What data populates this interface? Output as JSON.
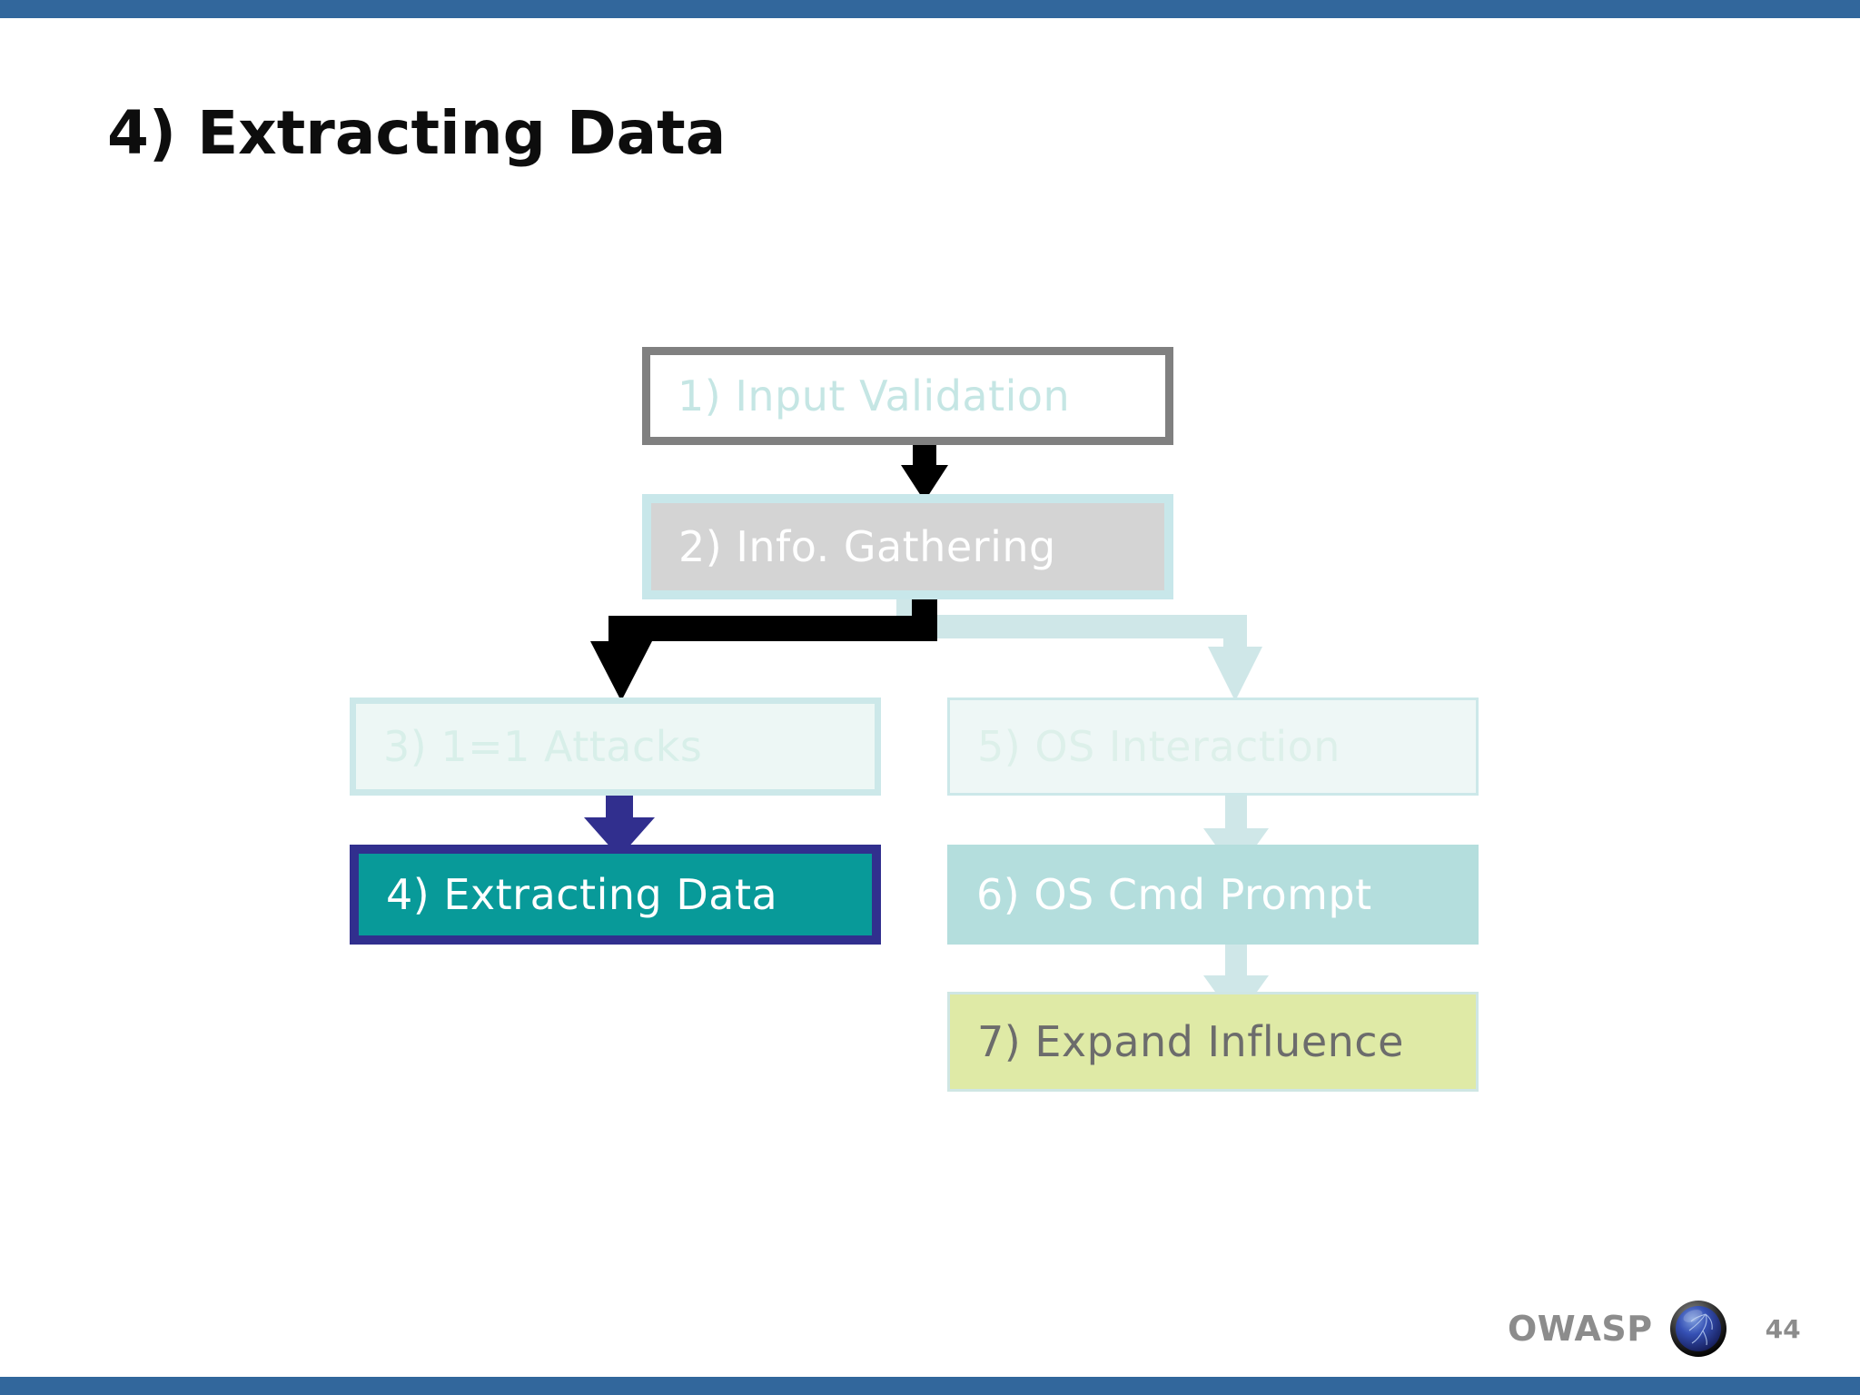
{
  "slide": {
    "title": "4) Extracting Data",
    "top_band_color": "#32679c",
    "bottom_band_color": "#32679c",
    "background": "#ffffff"
  },
  "diagram": {
    "type": "flowchart",
    "nodes": [
      {
        "id": "1",
        "label": "1) Input Validation",
        "fill": "#ffffff",
        "border": "#808080",
        "text_color": "#c5e6e4",
        "state": "dimmed"
      },
      {
        "id": "2",
        "label": "2) Info. Gathering",
        "fill": "#d4d4d4",
        "border": "#c8e7ea",
        "text_color": "#ffffff",
        "state": "dimmed"
      },
      {
        "id": "3",
        "label": "3) 1=1 Attacks",
        "fill": "#edf7f5",
        "border": "#cce8e9",
        "text_color": "#d8efe9",
        "state": "dimmed"
      },
      {
        "id": "4",
        "label": "4) Extracting Data",
        "fill": "#089a99",
        "border": "#312f8e",
        "text_color": "#ffffff",
        "state": "highlighted"
      },
      {
        "id": "5",
        "label": "5) OS Interaction",
        "fill": "#eef7f6",
        "border": "#cce8e9",
        "text_color": "#ddf0ea",
        "state": "dimmed"
      },
      {
        "id": "6",
        "label": "6) OS Cmd Prompt",
        "fill": "#b4dedd",
        "border": "#b4dedd",
        "text_color": "#ffffff",
        "state": "dimmed"
      },
      {
        "id": "7",
        "label": "7) Expand Influence",
        "fill": "#dfeaa6",
        "border": "#cfe6e4",
        "text_color": "#6c6c6c",
        "state": "dimmed"
      }
    ],
    "edges": [
      {
        "from": "1",
        "to": "2",
        "color": "#000000",
        "style": "straight-down"
      },
      {
        "from": "2",
        "to": "3",
        "color": "#000000",
        "style": "elbow-left"
      },
      {
        "from": "2",
        "to": "5",
        "color": "#cfe7e8",
        "style": "elbow-right"
      },
      {
        "from": "3",
        "to": "4",
        "color": "#312f8e",
        "style": "straight-down"
      },
      {
        "from": "5",
        "to": "6",
        "color": "#cfe7e8",
        "style": "straight-down"
      },
      {
        "from": "6",
        "to": "7",
        "color": "#cfe7e8",
        "style": "straight-down"
      }
    ]
  },
  "footer": {
    "brand": "OWASP",
    "logo_icon": "owasp-globe-icon",
    "page_number": "44",
    "text_color": "#8c8c8c"
  }
}
